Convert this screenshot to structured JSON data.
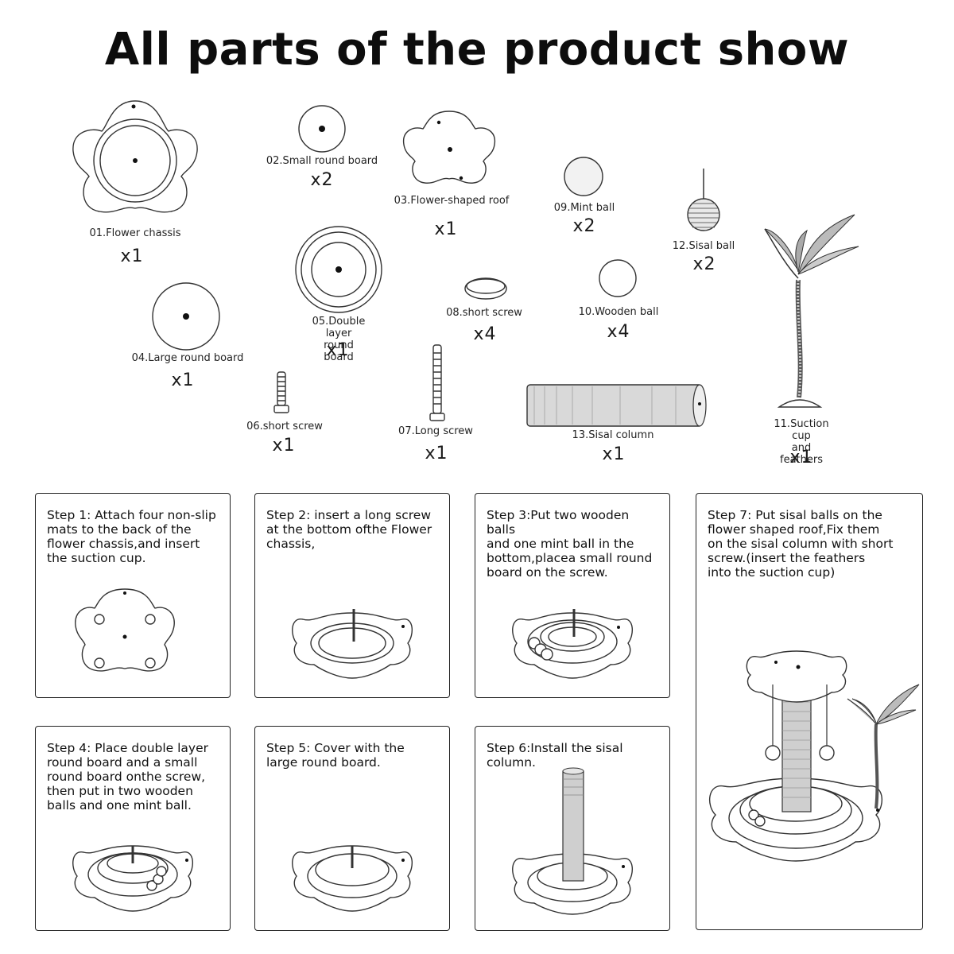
{
  "title": "All parts of the product show",
  "parts": [
    {
      "id": "p01",
      "label": "01.Flower chassis",
      "qty": "x1",
      "icon": "flower-chassis-icon"
    },
    {
      "id": "p02",
      "label": "02.Small round board",
      "qty": "x2",
      "icon": "small-round-board-icon"
    },
    {
      "id": "p03",
      "label": "03.Flower-shaped roof",
      "qty": "x1",
      "icon": "flower-roof-icon"
    },
    {
      "id": "p04",
      "label": "04.Large round board",
      "qty": "x1",
      "icon": "large-round-board-icon"
    },
    {
      "id": "p05",
      "label": "05.Double layer\nround board",
      "qty": "x1",
      "icon": "double-layer-board-icon"
    },
    {
      "id": "p06",
      "label": "06.short screw",
      "qty": "x1",
      "icon": "short-screw-icon"
    },
    {
      "id": "p07",
      "label": "07.Long screw",
      "qty": "x1",
      "icon": "long-screw-icon"
    },
    {
      "id": "p08",
      "label": "08.short screw",
      "qty": "x4",
      "icon": "non-slip-mat-icon"
    },
    {
      "id": "p09",
      "label": "09.Mint ball",
      "qty": "x2",
      "icon": "mint-ball-icon"
    },
    {
      "id": "p10",
      "label": "10.Wooden ball",
      "qty": "x4",
      "icon": "wooden-ball-icon"
    },
    {
      "id": "p11",
      "label": "11.Suction cup\nand feathers",
      "qty": "x1",
      "icon": "suction-cup-feathers-icon"
    },
    {
      "id": "p12",
      "label": "12.Sisal ball",
      "qty": "x2",
      "icon": "sisal-ball-icon"
    },
    {
      "id": "p13",
      "label": "13.Sisal column",
      "qty": "x1",
      "icon": "sisal-column-icon"
    }
  ],
  "steps": [
    {
      "id": "s1",
      "text": "Step 1: Attach four non-slip\nmats to the back of the\nflower chassis,and insert\nthe suction cup."
    },
    {
      "id": "s2",
      "text": "Step 2: insert a long screw\nat the bottom ofthe Flower\nchassis,"
    },
    {
      "id": "s3",
      "text": "Step 3:Put two wooden balls\nand one mint ball in the\nbottom,placea small round\nboard on the screw."
    },
    {
      "id": "s4",
      "text": "Step 4: Place double layer\nround board and a small\nround board onthe screw,\nthen put in two wooden\nballs and one mint ball."
    },
    {
      "id": "s5",
      "text": "Step 5: Cover with the\nlarge round board."
    },
    {
      "id": "s6",
      "text": "Step 6:Install the sisal\ncolumn."
    },
    {
      "id": "s7",
      "text": "Step 7: Put sisal balls on the\nflower shaped roof,Fix them\non the sisal column with short\nscrew.(insert the feathers\ninto the suction cup)"
    }
  ]
}
